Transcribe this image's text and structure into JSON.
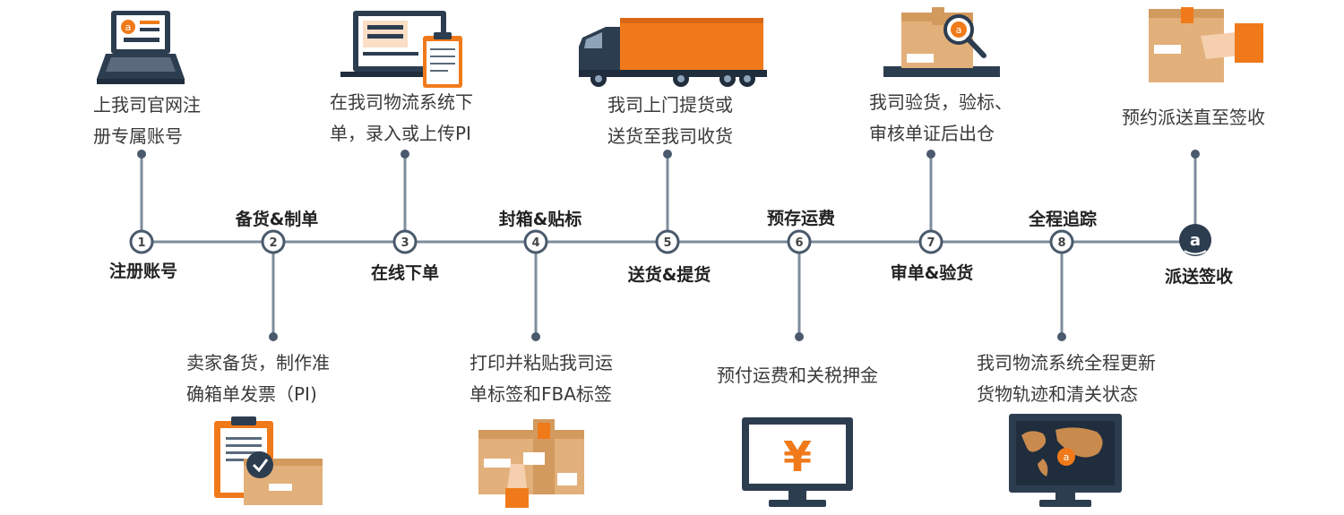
{
  "steps": [
    {
      "number": "1",
      "label": "注册账号",
      "desc": [
        "上我司官网注",
        "册专属账号"
      ]
    },
    {
      "number": "2",
      "label": "备货&制单",
      "desc": [
        "卖家备货，制作准",
        "确箱单发票（PI)"
      ]
    },
    {
      "number": "3",
      "label": "在线下单",
      "desc": [
        "在我司物流系统下",
        "单，录入或上传PI"
      ]
    },
    {
      "number": "4",
      "label": "封箱&贴标",
      "desc": [
        "打印并粘贴我司运",
        "单标签和FBA标签"
      ]
    },
    {
      "number": "5",
      "label": "送货&提货",
      "desc": [
        "我司上门提货或",
        "送货至我司收货"
      ]
    },
    {
      "number": "6",
      "label": "预存运费",
      "desc": [
        "预付运费和关税押金"
      ]
    },
    {
      "number": "7",
      "label": "审单&验货",
      "desc": [
        "我司验货，验标、",
        "审核单证后出仓"
      ]
    },
    {
      "number": "8",
      "label": "全程追踪",
      "desc": [
        "我司物流系统全程更新",
        "货物轨迹和清关状态"
      ]
    },
    {
      "number": "",
      "label": "派送签收",
      "desc": [
        "预约派送直至签收"
      ]
    }
  ],
  "colors": {
    "accent": "#f07a1a",
    "line": "#7d8c9c",
    "node": "#4a5a6c",
    "dark": "#2d3d50"
  },
  "icons": [
    "laptop-icon",
    "clipboard-box-icon",
    "monitor-form-icon",
    "box-label-icon",
    "truck-icon",
    "yen-monitor-icon",
    "box-inspect-icon",
    "world-map-monitor-icon",
    "box-handover-icon"
  ]
}
